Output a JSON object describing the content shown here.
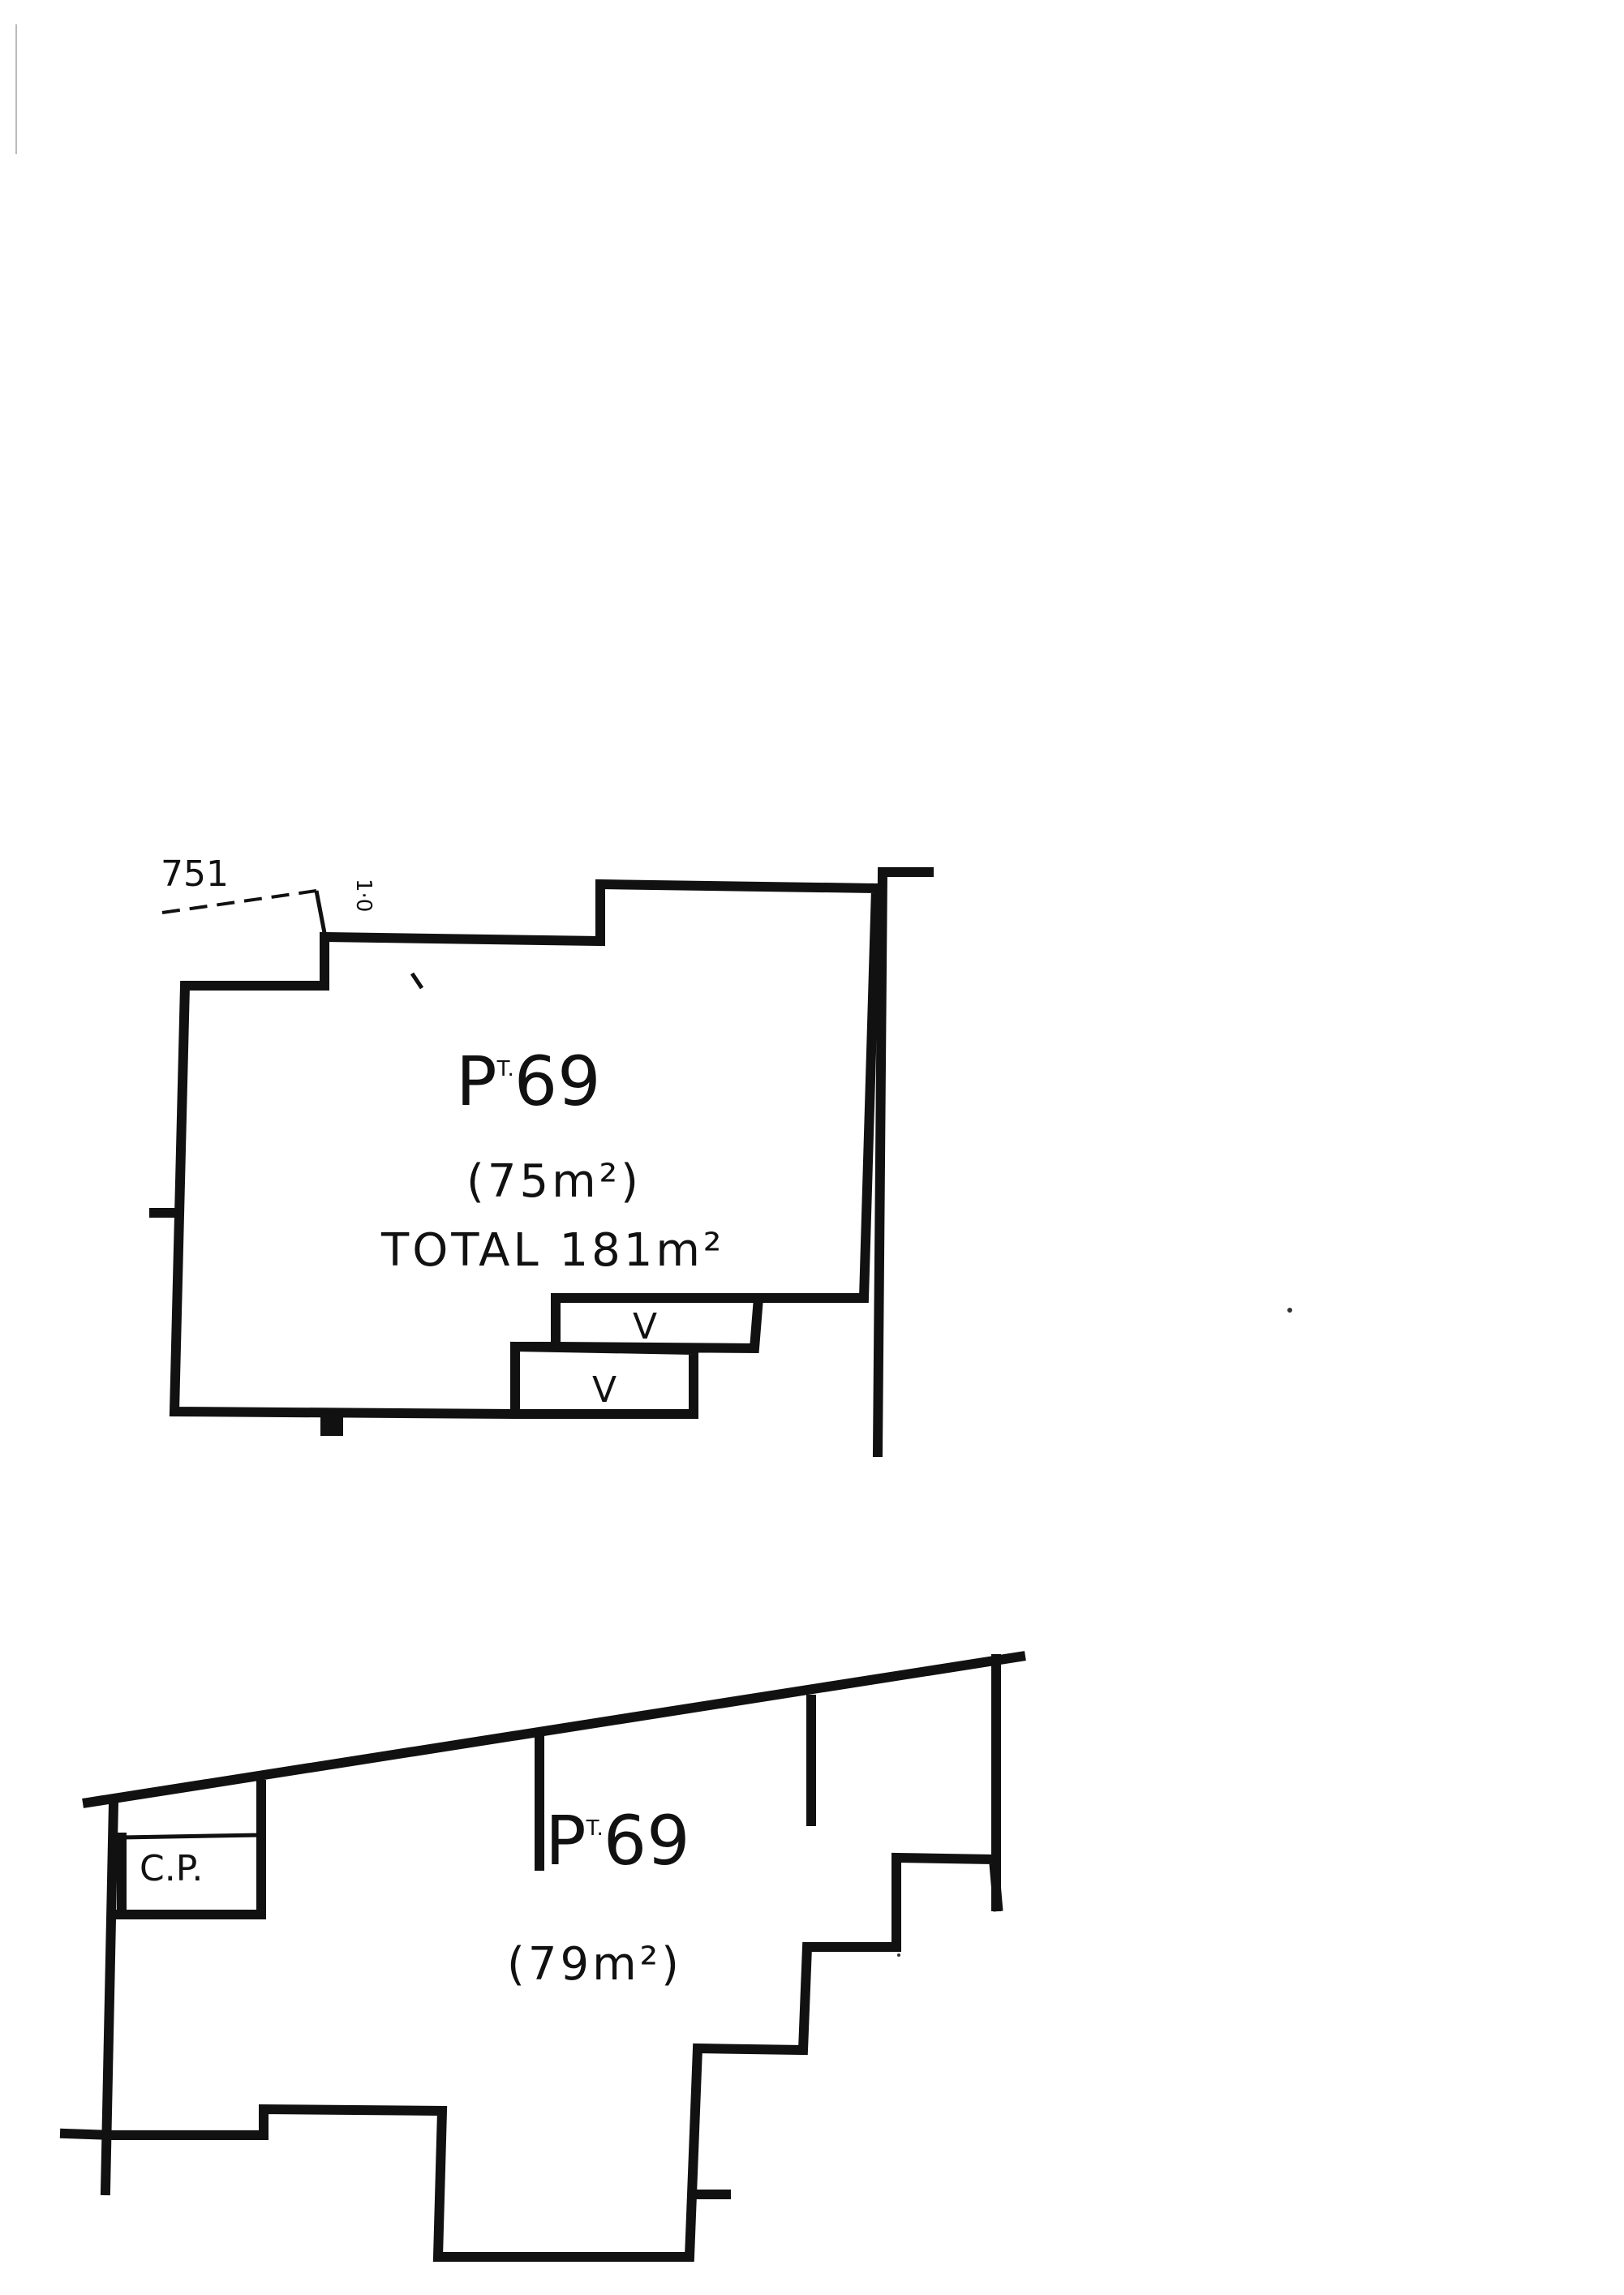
{
  "upper_plan": {
    "lot_prefix": "P",
    "lot_superscript": "T.",
    "lot_number": "69",
    "area": "(75m²)",
    "total": "TOTAL 181m²",
    "dimension_left": "751",
    "dimension_right": "1·0",
    "void_top": "V",
    "void_bottom": "V"
  },
  "lower_plan": {
    "lot_prefix": "P",
    "lot_superscript": "T.",
    "lot_number": "69",
    "area": "(79m²)",
    "carpark_label": "C.P."
  }
}
